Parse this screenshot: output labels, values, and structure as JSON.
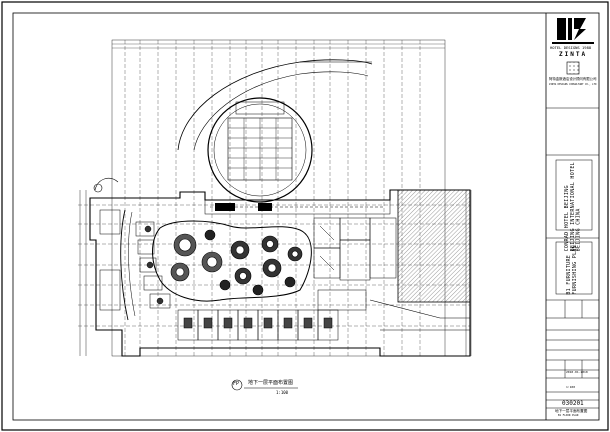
{
  "drawing": {
    "firm_name_cn": "阿特金斯酒店设计顾问有限公司",
    "firm_name_en": "ZINTA DESIGNS CONSULTANT CO., LTD",
    "brand_mark": "ZINTA",
    "logo_text": "HOTEL DESIGNS 1988",
    "project_lines": [
      "CONRAD HOTEL BEIJING",
      "BEIJING INTERNATIONAL HOTEL",
      "BEIJING CHINA"
    ],
    "drawing_title_lines": [
      "B1 FURNITURE",
      "FURNISHING PLAN"
    ],
    "drawing_no": "030201",
    "sheet_title_cn": "地下一层平面布置图",
    "sheet_subtitle": "B1 FLOOR PLAN",
    "plan_title_cn": "地下一层平面布置图",
    "plan_scale": "1:100",
    "plan_tag": "FP",
    "date_value": "2010.01.2010",
    "scale_value": "1:100",
    "colors": {
      "line": "#000000",
      "hatch": "#555555",
      "paper": "#ffffff"
    }
  }
}
